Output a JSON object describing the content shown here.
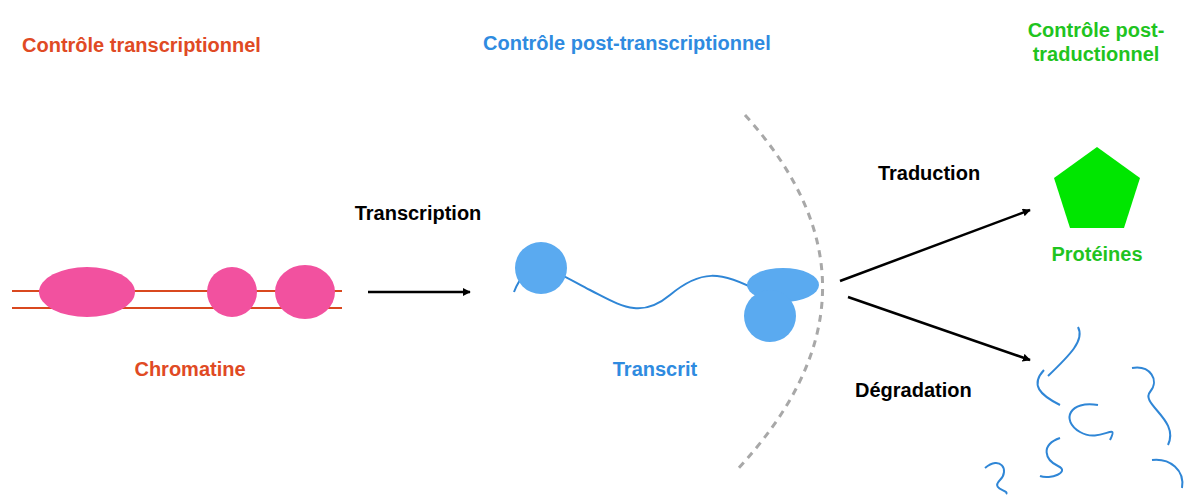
{
  "diagram": {
    "nodes": [
      {
        "text": [
          "Chromatine"
        ]
      },
      {
        "text": [
          "Transcrit"
        ]
      },
      {
        "text": [
          "Protéines"
        ]
      }
    ],
    "edges": [
      {
        "from": 0,
        "to": 1,
        "arrow": "to",
        "label": "Transcription"
      },
      {
        "from": 1,
        "to": 2,
        "arrow": "to",
        "label": "Traduction"
      }
    ],
    "labels": [
      "Contrôle transcriptionnel",
      "Contrôle post-transcriptionnel",
      "Contrôle post-traductionnel",
      "Dégradation"
    ]
  }
}
